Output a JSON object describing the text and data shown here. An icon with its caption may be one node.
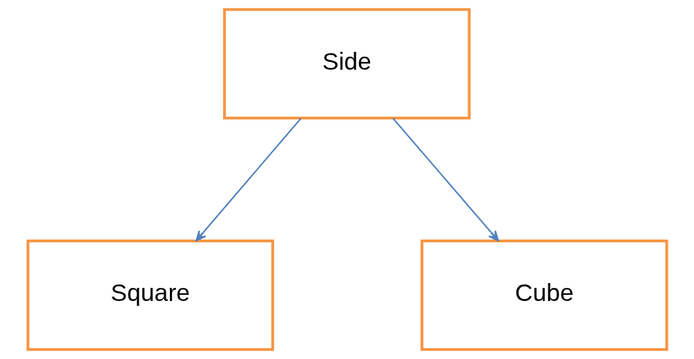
{
  "diagram": {
    "nodes": [
      {
        "text": [
          "Side"
        ]
      },
      {
        "text": [
          "Square"
        ]
      },
      {
        "text": [
          "Cube"
        ]
      }
    ],
    "edges": [
      {
        "from": 0,
        "to": 1,
        "arrow": "to"
      },
      {
        "from": 0,
        "to": 2,
        "arrow": "to"
      }
    ]
  }
}
